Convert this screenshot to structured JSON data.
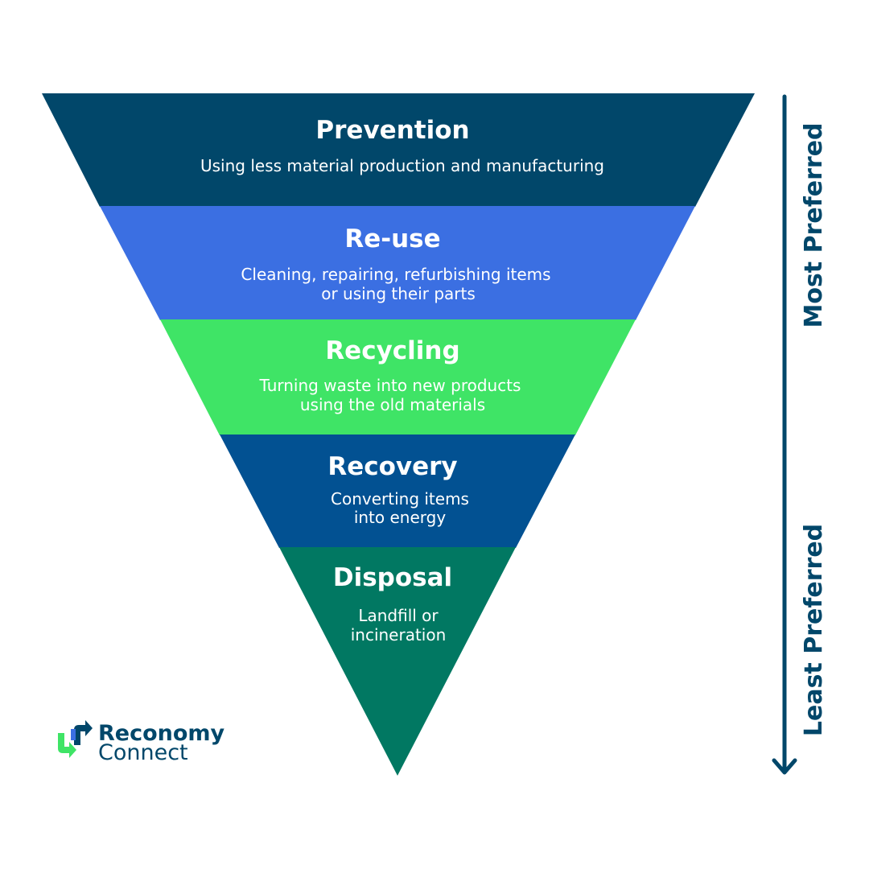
{
  "hierarchy": {
    "tiers": [
      {
        "title": "Prevention",
        "description": [
          "Using less material production and manufacturing"
        ],
        "color": "#01476a"
      },
      {
        "title": "Re-use",
        "description": [
          "Cleaning, repairing, refurbishing items",
          "or using their parts"
        ],
        "color": "#3b6fe2"
      },
      {
        "title": "Recycling",
        "description": [
          "Turning waste into new products",
          "using the old materials"
        ],
        "color": "#3fe466"
      },
      {
        "title": "Recovery",
        "description": [
          "Converting items",
          "into energy"
        ],
        "color": "#025192"
      },
      {
        "title": "Disposal",
        "description": [
          "Landfill or",
          "incineration"
        ],
        "color": "#017862"
      }
    ]
  },
  "scale": {
    "top_label": "Most Preferred",
    "bottom_label": "Least Preferred",
    "color": "#01476a"
  },
  "logo": {
    "line1": "Reconomy",
    "line2": "Connect",
    "text_color": "#01476a",
    "icon_colors": {
      "top_arrow": "#01476a",
      "mid": "#3b6fe2",
      "bottom_arrow": "#3fe466"
    }
  }
}
